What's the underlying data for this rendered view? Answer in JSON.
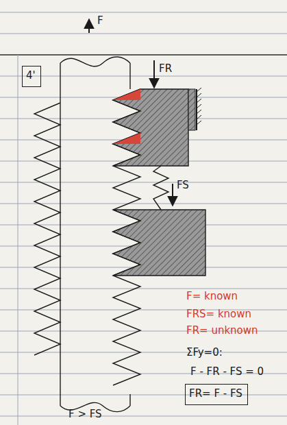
{
  "diagram": {
    "nodes": [
      {
        "text": [
          "4'"
        ]
      },
      {
        "text": [
          "FR= F - FS"
        ]
      }
    ],
    "labels": [
      "F",
      "FR",
      "FS",
      "F= known",
      "FRS= known",
      "FR= unknown",
      "ΣFy=0:",
      "F - FR - FS = 0",
      "F > FS"
    ]
  }
}
